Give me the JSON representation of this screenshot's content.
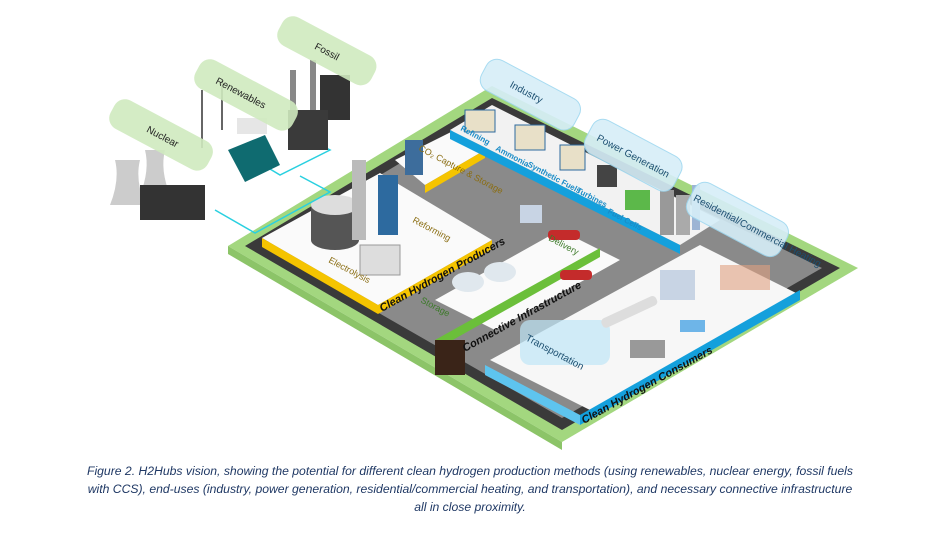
{
  "figure": {
    "sources": {
      "nuclear": "Nuclear",
      "renewables": "Renewables",
      "fossil": "Fossil"
    },
    "producers": {
      "strip_label": "Clean Hydrogen Producers",
      "co2": "CO₂ Capture & Storage",
      "reforming": "Reforming",
      "electrolysis": "Electrolysis"
    },
    "connective": {
      "strip_label": "Connective Infrastructure",
      "storage": "Storage",
      "delivery": "Delivery"
    },
    "consumers": {
      "strip_label": "Clean Hydrogen Consumers",
      "industry": "Industry",
      "power_generation": "Power Generation",
      "residential": "Residential/Commercial Heating",
      "transportation": "Transportation",
      "refining": "Refining",
      "ammonia": "Ammonia",
      "synthetic_fuels": "Synthetic Fuels",
      "turbines": "Turbines",
      "fuel_cells": "Fuel Cells"
    },
    "colors": {
      "platform_green": "#a3d77f",
      "producer_yellow": "#f5c400",
      "consumer_blue": "#14a0dc",
      "connective_green": "#6bbf3a",
      "pipe_cyan": "#2ad0e0"
    }
  },
  "caption": "Figure 2. H2Hubs vision, showing the potential for different clean hydrogen production methods (using renewables, nuclear energy, fossil fuels with CCS), end-uses (industry, power generation, residential/commercial heating, and transportation), and necessary connective infrastructure all in close proximity."
}
